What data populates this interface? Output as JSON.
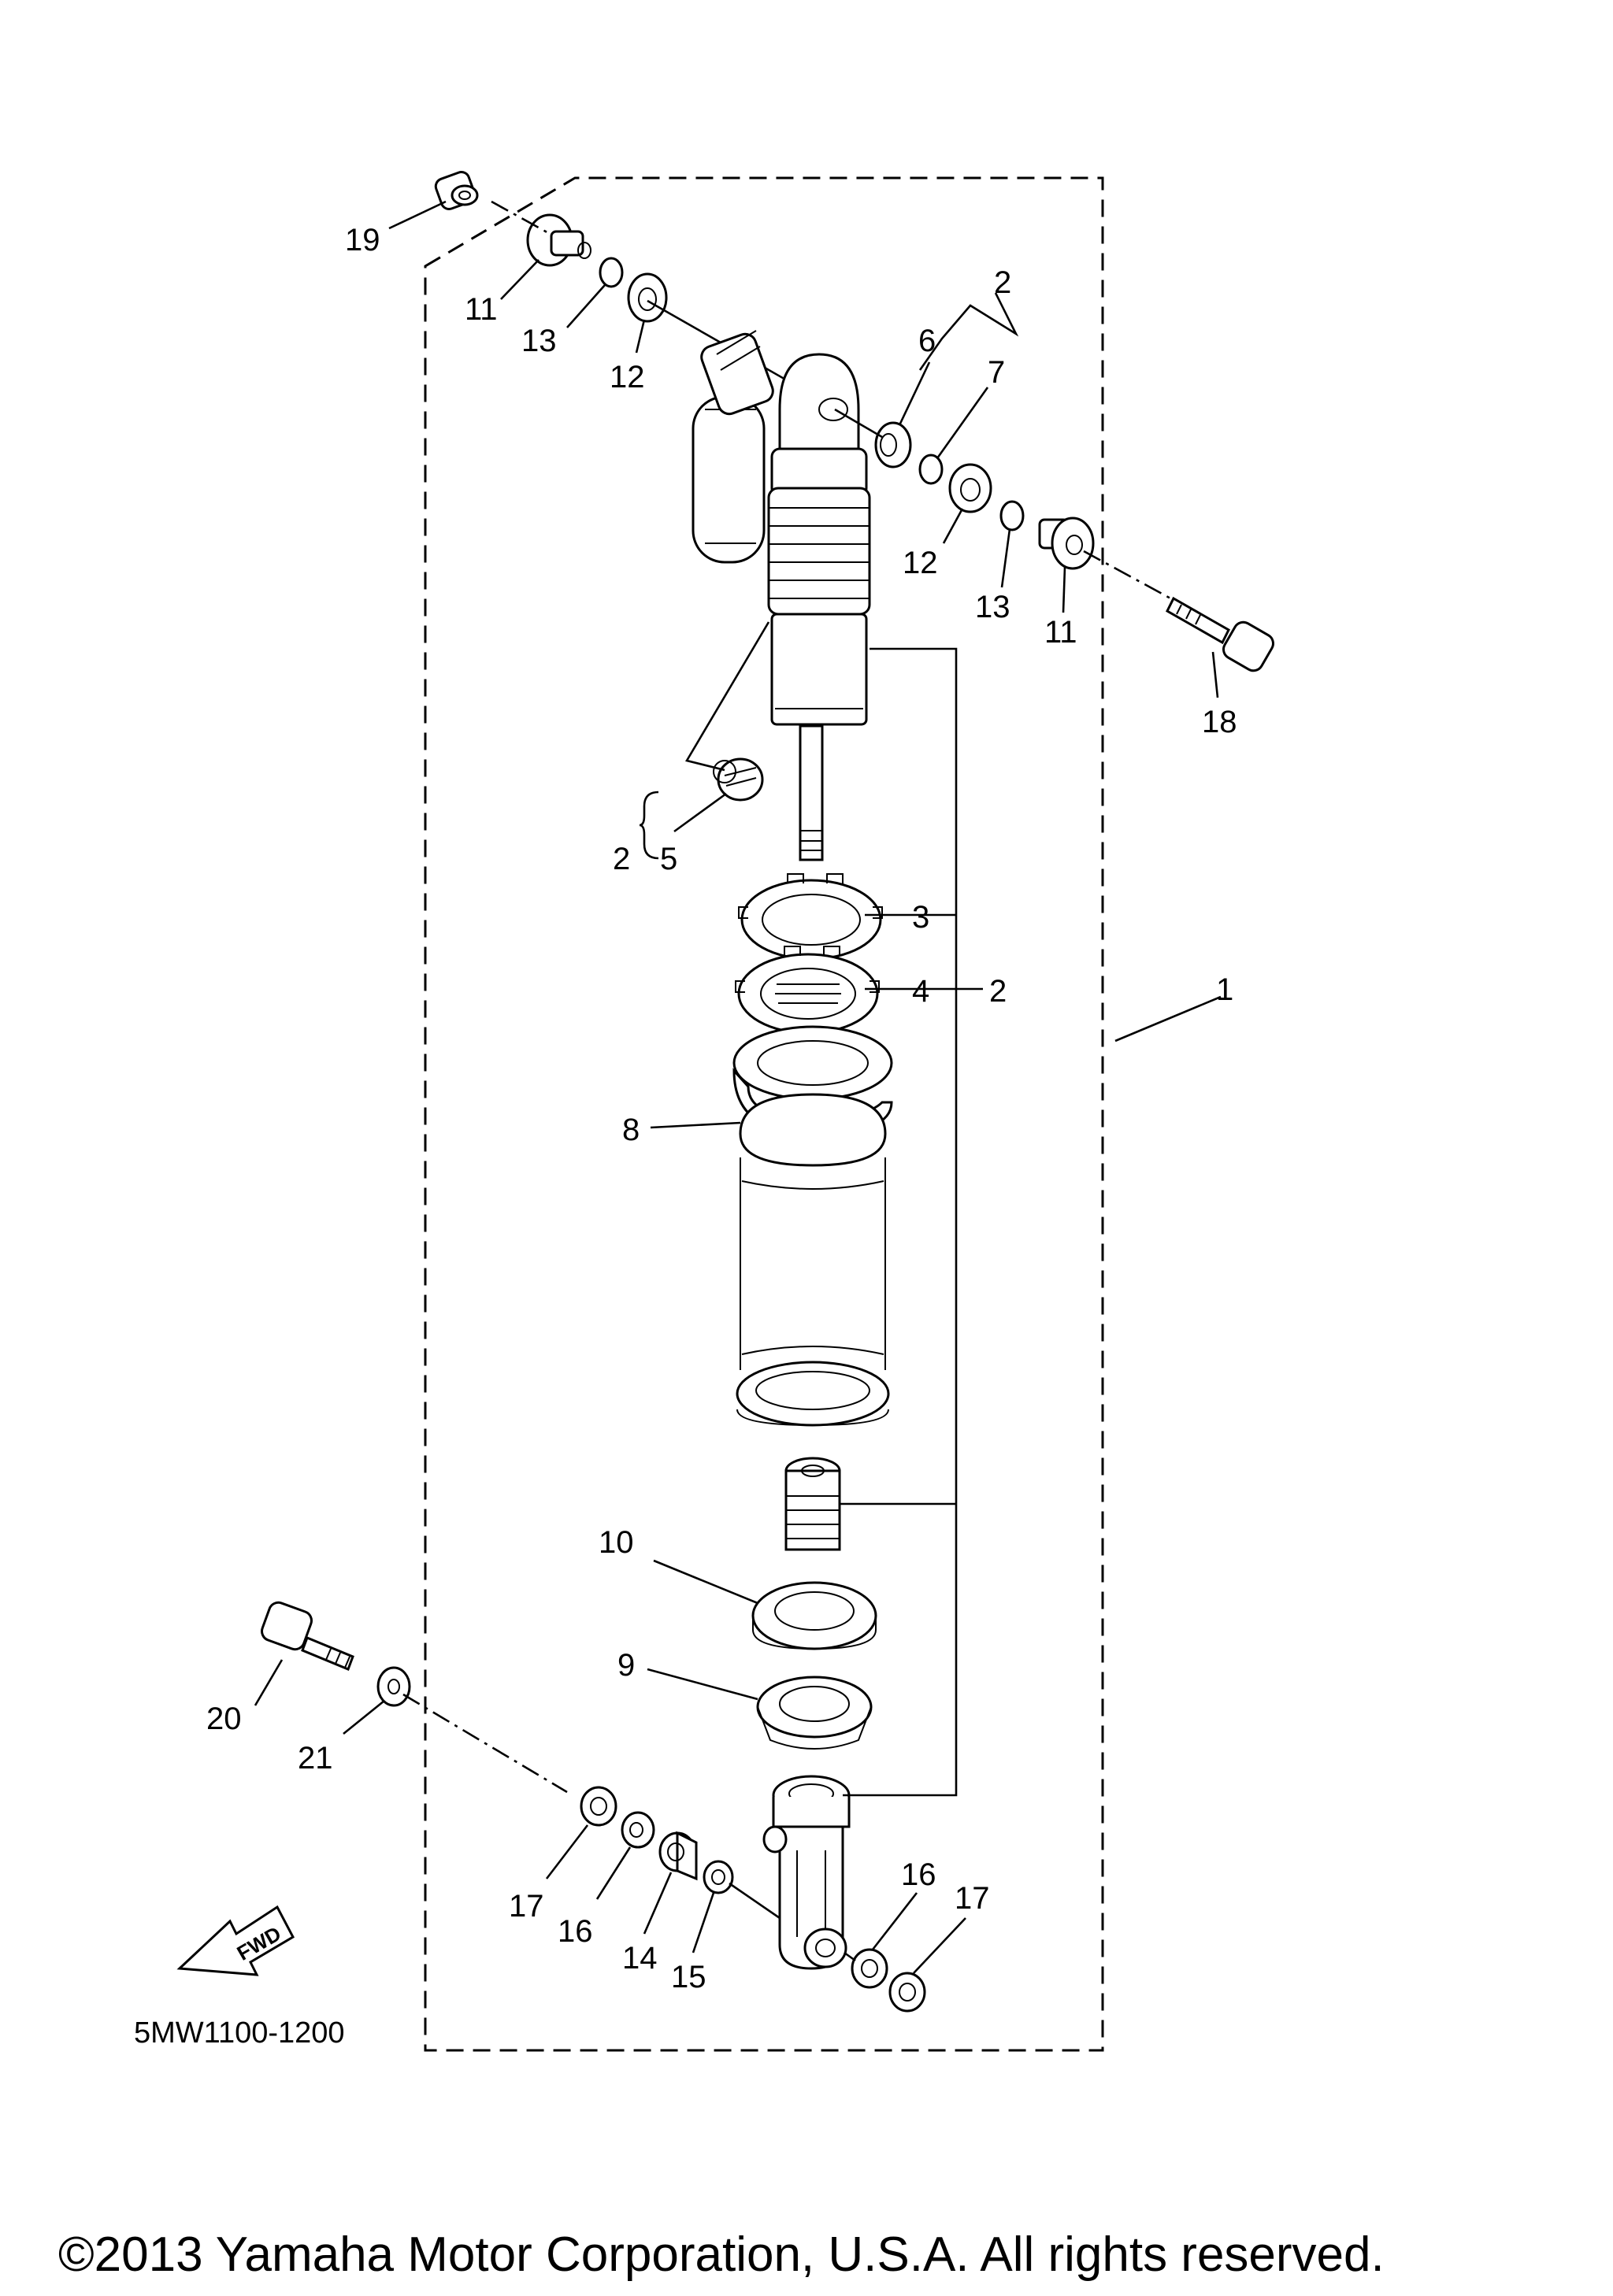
{
  "diagram": {
    "drawing_code": "5MW1100-1200",
    "copyright": "©2013 Yamaha Motor Corporation, U.S.A. All rights reserved.",
    "fwd_badge": "FWD",
    "callouts": [
      {
        "id": "c19",
        "text": "19"
      },
      {
        "id": "c11a",
        "text": "11"
      },
      {
        "id": "c13a",
        "text": "13"
      },
      {
        "id": "c12a",
        "text": "12"
      },
      {
        "id": "c2a",
        "text": "2"
      },
      {
        "id": "c6",
        "text": "6"
      },
      {
        "id": "c7",
        "text": "7"
      },
      {
        "id": "c12b",
        "text": "12"
      },
      {
        "id": "c13b",
        "text": "13"
      },
      {
        "id": "c11b",
        "text": "11"
      },
      {
        "id": "c18",
        "text": "18"
      },
      {
        "id": "c2b",
        "text": "2"
      },
      {
        "id": "c5",
        "text": "5"
      },
      {
        "id": "c3",
        "text": "3"
      },
      {
        "id": "c4",
        "text": "4"
      },
      {
        "id": "c2c",
        "text": "2"
      },
      {
        "id": "c1",
        "text": "1"
      },
      {
        "id": "c8",
        "text": "8"
      },
      {
        "id": "c10",
        "text": "10"
      },
      {
        "id": "c9",
        "text": "9"
      },
      {
        "id": "c20",
        "text": "20"
      },
      {
        "id": "c21",
        "text": "21"
      },
      {
        "id": "c17a",
        "text": "17"
      },
      {
        "id": "c16a",
        "text": "16"
      },
      {
        "id": "c14",
        "text": "14"
      },
      {
        "id": "c15",
        "text": "15"
      },
      {
        "id": "c16b",
        "text": "16"
      },
      {
        "id": "c17b",
        "text": "17"
      }
    ]
  }
}
